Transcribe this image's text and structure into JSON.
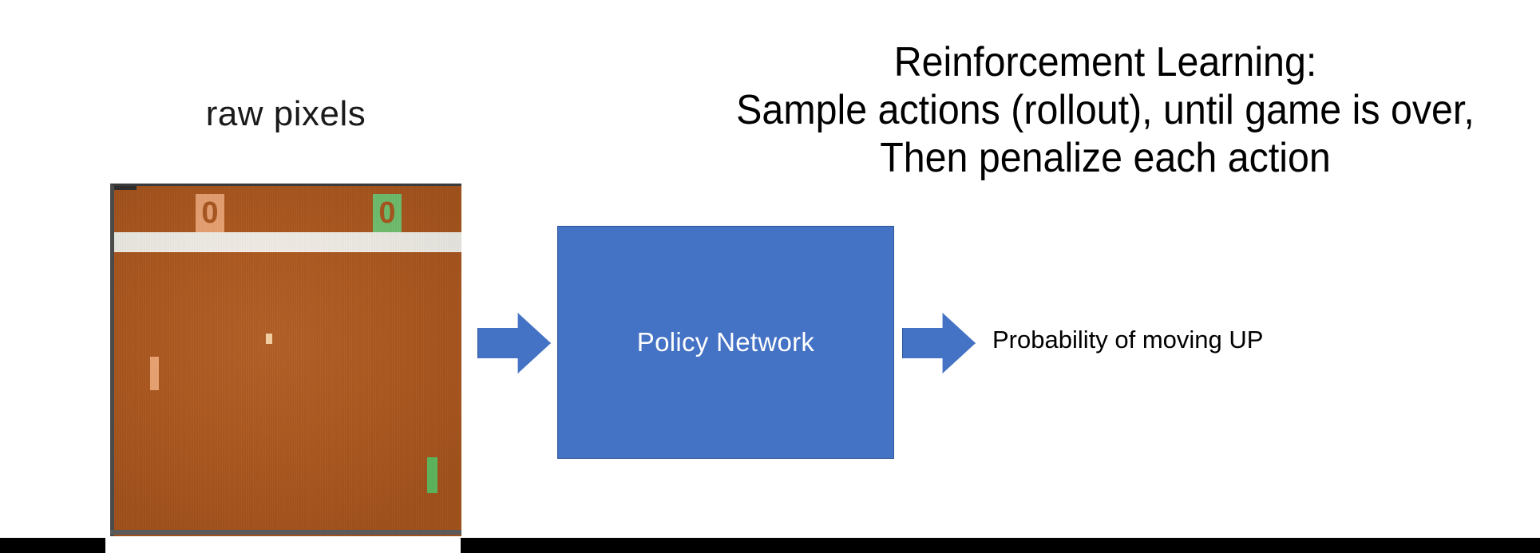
{
  "slide": {
    "background_color": "#ffffff",
    "heading": {
      "lines": [
        "Reinforcement Learning:",
        "Sample actions (rollout), until game is over,",
        "Then penalize each action"
      ],
      "color": "#000000"
    }
  },
  "raw_pixels": {
    "caption": "raw pixels"
  },
  "pong": {
    "background_color": "#a9551d",
    "divider_color": "#efeee8",
    "score_left": "0",
    "score_right": "0",
    "score_left_bg": "#e8a172",
    "score_right_bg": "#6fc16f",
    "paddle_left_color": "#e8a172",
    "paddle_right_color": "#5fbd5f",
    "ball_color": "#f2d2a6"
  },
  "flow": {
    "input_arrow": "arrow-right",
    "output_arrow": "arrow-right",
    "box_label": "Policy Network",
    "box_color": "#4472c4",
    "box_border_color": "#2f5597",
    "output_label": "Probability of moving UP"
  }
}
